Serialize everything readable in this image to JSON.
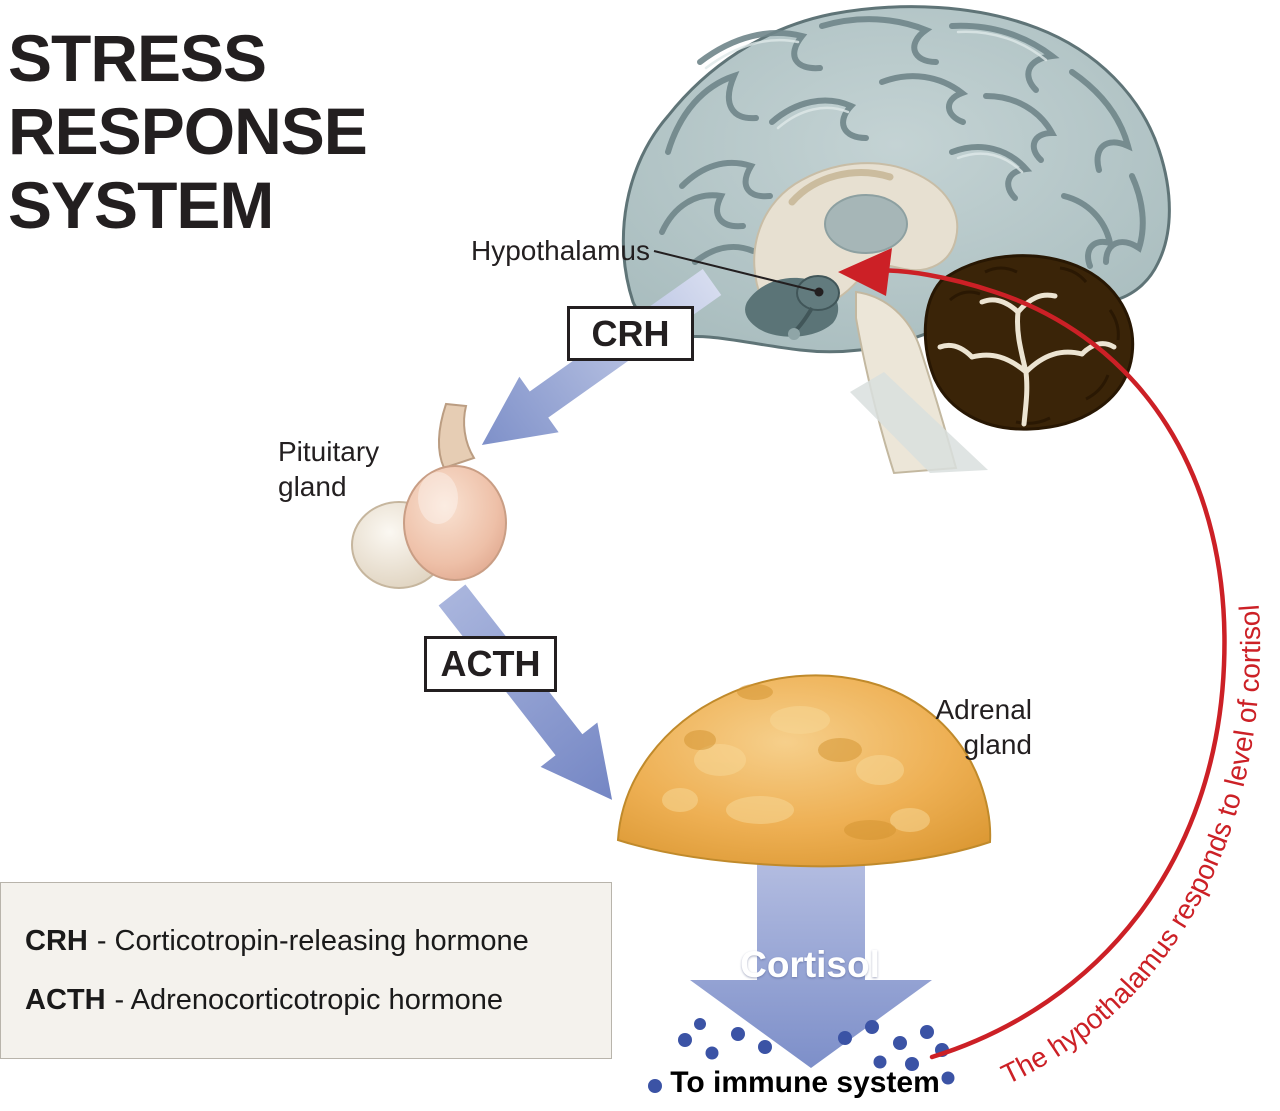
{
  "title": {
    "lines": [
      "STRESS",
      "RESPONSE",
      "SYSTEM"
    ]
  },
  "diagram": {
    "hypothalamus_label": "Hypothalamus",
    "crh_label": "CRH",
    "pituitary_label": [
      "Pituitary",
      "gland"
    ],
    "acth_label": "ACTH",
    "adrenal_label": [
      "Adrenal",
      "gland"
    ],
    "cortisol_label": "Cortisol",
    "immune_label": "To immune system",
    "feedback_label": "The hypothalamus responds to level of cortisol"
  },
  "legend": {
    "items": [
      {
        "abbr": "CRH",
        "desc": "- Corticotropin-releasing hormone"
      },
      {
        "abbr": "ACTH",
        "desc": "- Adrenocorticotropic hormone"
      }
    ]
  },
  "colors": {
    "feedback_red": "#cc2026",
    "arrow_blue": "#8091ca",
    "dot_blue": "#3b53a5",
    "adrenal_orange": "#eeb054",
    "brain_grey": "#aebfc1"
  }
}
